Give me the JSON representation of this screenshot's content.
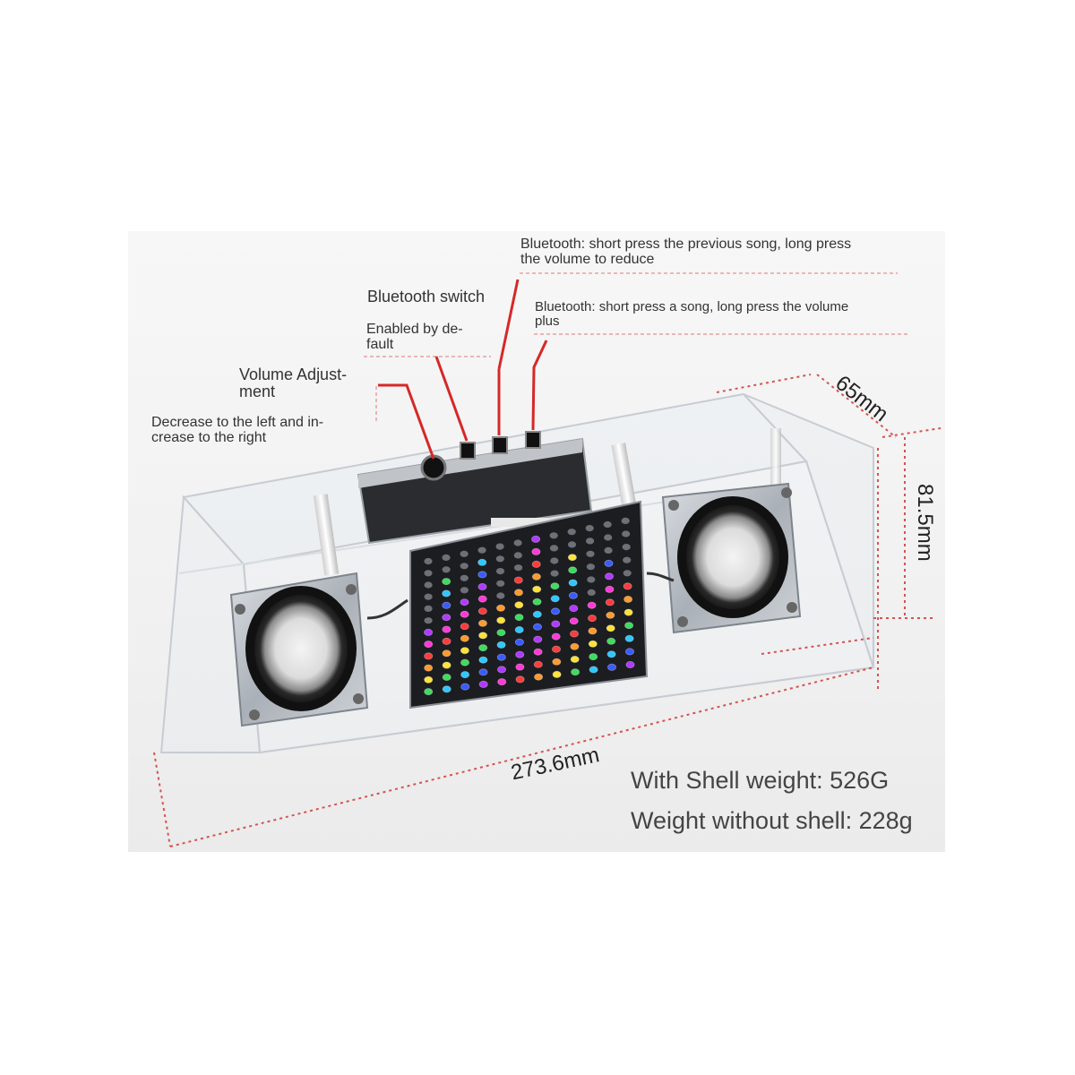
{
  "labels": {
    "prev_song": {
      "line1": "Bluetooth: short press the previous song, long press",
      "line2": "the volume to reduce"
    },
    "bt_switch": "Bluetooth switch",
    "next_song": {
      "line1": "Bluetooth: short press a song, long press the volume",
      "line2": "plus"
    },
    "enabled_default": {
      "line1": "Enabled by de-",
      "line2": "fault"
    },
    "volume_adjust": {
      "line1": "Volume Adjust-",
      "line2": "ment"
    },
    "volume_direction": {
      "line1": "Decrease to the left and in-",
      "line2": "crease to the right"
    }
  },
  "dimensions": {
    "depth": "65mm",
    "height": "81.5mm",
    "length": "273.6mm"
  },
  "weights": {
    "with_shell": "With Shell weight: 526G",
    "without_shell": "Weight without shell: 228g"
  },
  "colors": {
    "callout_line": "#d62828",
    "guide_line": "#e8a0a0",
    "led_palette": [
      "#ff3b3b",
      "#ff9a2e",
      "#ffe23a",
      "#3ddc5c",
      "#2fc7ff",
      "#3a5bff",
      "#b03aff",
      "#ff3ad8"
    ]
  }
}
